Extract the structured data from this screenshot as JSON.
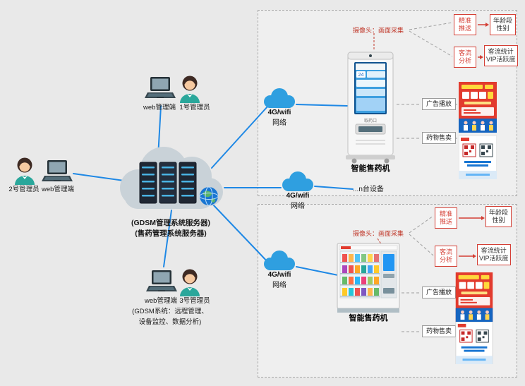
{
  "top_group": {
    "terminal_label": "web管理端",
    "manager_label": "1号管理员"
  },
  "left_group": {
    "manager_label": "2号管理员",
    "terminal_label": "web管理端"
  },
  "bottom_group": {
    "terminal_label": "web管理端",
    "manager_label": "3号管理员",
    "note_line1": "(GDSM系统：远程管理、",
    "note_line2": "设备监控、数据分析)"
  },
  "server": {
    "line1": "(GDSM管理系统服务器)",
    "line2": "(售药管理系统服务器)"
  },
  "network": {
    "label": "4G/wifi",
    "sublabel": "网络"
  },
  "devices_more": "...n台设备",
  "machine_screen": {
    "badge": "24",
    "slot_label": "取药口"
  },
  "panels": [
    {
      "machine_label": "智能售药机",
      "camera_label": "摄像头：画面采集",
      "push": {
        "line1": "精准",
        "line2": "推送"
      },
      "push_target": {
        "line1": "年龄段",
        "line2": "性别"
      },
      "flow": {
        "line1": "客流",
        "line2": "分析"
      },
      "flow_target": {
        "line1": "客流统计",
        "line2": "VIP活跃度"
      },
      "ad_label": "广告播放",
      "sale_label": "药物售卖"
    },
    {
      "machine_label": "智能售药机",
      "camera_label": "摄像头：画面采集",
      "push": {
        "line1": "精准",
        "line2": "推送"
      },
      "push_target": {
        "line1": "年龄段",
        "line2": "性别"
      },
      "flow": {
        "line1": "客流",
        "line2": "分析"
      },
      "flow_target": {
        "line1": "客流统计",
        "line2": "VIP活跃度"
      },
      "ad_label": "广告播放",
      "sale_label": "药物售卖"
    }
  ],
  "colors": {
    "accent_blue": "#1e88e5",
    "alert_red": "#d43f35",
    "cloud_blue": "#2f9fe0"
  }
}
